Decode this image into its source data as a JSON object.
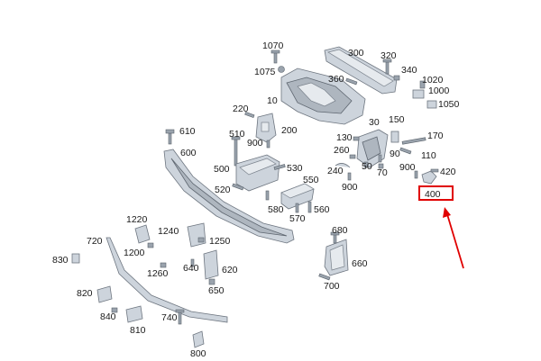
{
  "diagram": {
    "callouts": [
      {
        "id": "1070",
        "text": "1070"
      },
      {
        "id": "1075",
        "text": "1075"
      },
      {
        "id": "300",
        "text": "300"
      },
      {
        "id": "320",
        "text": "320"
      },
      {
        "id": "340",
        "text": "340"
      },
      {
        "id": "360",
        "text": "360"
      },
      {
        "id": "1020",
        "text": "1020"
      },
      {
        "id": "1000",
        "text": "1000"
      },
      {
        "id": "1050",
        "text": "1050"
      },
      {
        "id": "10",
        "text": "10"
      },
      {
        "id": "220",
        "text": "220"
      },
      {
        "id": "610",
        "text": "610"
      },
      {
        "id": "510",
        "text": "510"
      },
      {
        "id": "900a",
        "text": "900"
      },
      {
        "id": "200",
        "text": "200"
      },
      {
        "id": "30",
        "text": "30"
      },
      {
        "id": "150",
        "text": "150"
      },
      {
        "id": "130",
        "text": "130"
      },
      {
        "id": "170",
        "text": "170"
      },
      {
        "id": "600",
        "text": "600"
      },
      {
        "id": "260",
        "text": "260"
      },
      {
        "id": "90",
        "text": "90"
      },
      {
        "id": "110",
        "text": "110"
      },
      {
        "id": "500",
        "text": "500"
      },
      {
        "id": "530",
        "text": "530"
      },
      {
        "id": "240",
        "text": "240"
      },
      {
        "id": "50",
        "text": "50"
      },
      {
        "id": "70",
        "text": "70"
      },
      {
        "id": "900b",
        "text": "900"
      },
      {
        "id": "420",
        "text": "420"
      },
      {
        "id": "550",
        "text": "550"
      },
      {
        "id": "900c",
        "text": "900"
      },
      {
        "id": "520",
        "text": "520"
      },
      {
        "id": "400",
        "text": "400"
      },
      {
        "id": "580",
        "text": "580"
      },
      {
        "id": "560",
        "text": "560"
      },
      {
        "id": "570",
        "text": "570"
      },
      {
        "id": "1220",
        "text": "1220"
      },
      {
        "id": "1240",
        "text": "1240"
      },
      {
        "id": "680",
        "text": "680"
      },
      {
        "id": "720",
        "text": "720"
      },
      {
        "id": "1250",
        "text": "1250"
      },
      {
        "id": "1200",
        "text": "1200"
      },
      {
        "id": "830",
        "text": "830"
      },
      {
        "id": "660",
        "text": "660"
      },
      {
        "id": "640",
        "text": "640"
      },
      {
        "id": "620",
        "text": "620"
      },
      {
        "id": "1260",
        "text": "1260"
      },
      {
        "id": "700",
        "text": "700"
      },
      {
        "id": "650",
        "text": "650"
      },
      {
        "id": "820",
        "text": "820"
      },
      {
        "id": "840",
        "text": "840"
      },
      {
        "id": "740",
        "text": "740"
      },
      {
        "id": "810",
        "text": "810"
      },
      {
        "id": "800",
        "text": "800"
      }
    ],
    "highlight": {
      "target": "400",
      "color": "#e00000"
    }
  }
}
